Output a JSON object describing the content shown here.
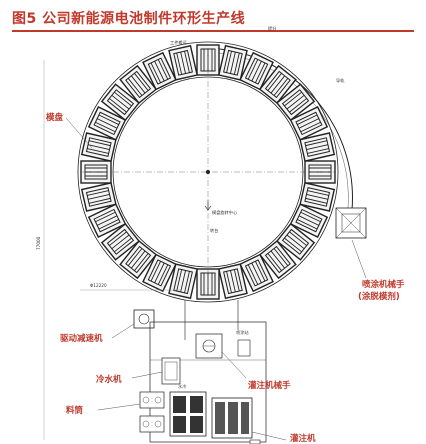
{
  "title": "图5  公司新能源电池制件环形生产线",
  "labels": {
    "mold": "模盘",
    "drive": "驱动减速机",
    "chiller": "冷水机",
    "hopper": "料筒",
    "spray_robot_1": "喷涂机械手",
    "spray_robot_2": "(涂脱模剂)",
    "pour_robot": "灌注机械手",
    "pour_machine": "灌注机"
  },
  "drawing_text": {
    "top_a": "工件搬运",
    "top_b": "提升",
    "rail": "导轨",
    "center_a": "模盘旋转中心",
    "center_b": "转台",
    "dim_left": "Φ12220",
    "dim_vert": "77000",
    "box_a": "喷涂站",
    "box_b": "水冷"
  },
  "colors": {
    "accent": "#c0392b",
    "line": "#222222",
    "mold_fill": "#f4f4f4"
  }
}
